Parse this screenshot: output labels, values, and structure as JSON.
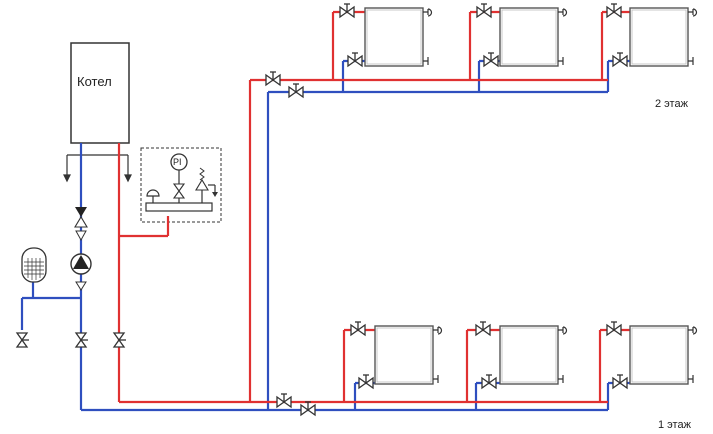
{
  "boiler": {
    "label": "Котел"
  },
  "gauge": {
    "label": "PI"
  },
  "floors": [
    {
      "label": "2 этаж"
    },
    {
      "label": "1 этаж"
    }
  ],
  "colors": {
    "supply": "#e03131",
    "return": "#2f4fbf",
    "outline": "#333333",
    "fill": "#222222"
  },
  "icons": [
    "radiator-icon",
    "valve-icon",
    "pump-icon",
    "expansion-tank-icon",
    "pressure-gauge-icon",
    "safety-valve-icon",
    "air-vent-icon",
    "check-valve-icon"
  ]
}
